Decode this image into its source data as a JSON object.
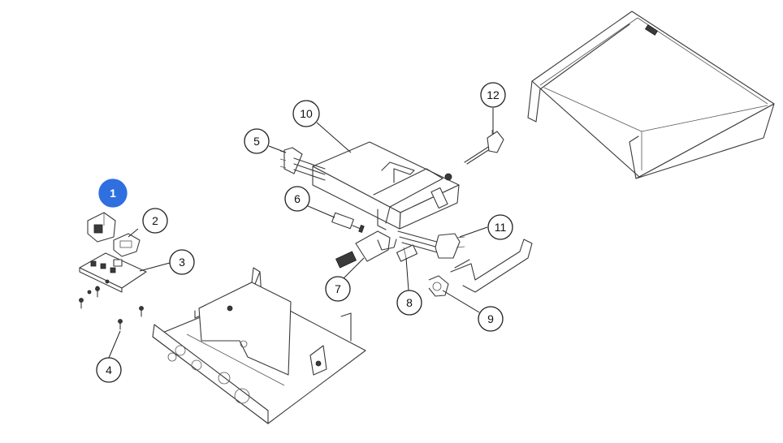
{
  "diagram": {
    "accent_color": "#2f6fe0",
    "active_callout": "1",
    "callouts": [
      {
        "id": "1",
        "label": "1"
      },
      {
        "id": "2",
        "label": "2"
      },
      {
        "id": "3",
        "label": "3"
      },
      {
        "id": "4",
        "label": "4"
      },
      {
        "id": "5",
        "label": "5"
      },
      {
        "id": "6",
        "label": "6"
      },
      {
        "id": "7",
        "label": "7"
      },
      {
        "id": "8",
        "label": "8"
      },
      {
        "id": "9",
        "label": "9"
      },
      {
        "id": "10",
        "label": "10"
      },
      {
        "id": "11",
        "label": "11"
      },
      {
        "id": "12",
        "label": "12"
      }
    ]
  }
}
